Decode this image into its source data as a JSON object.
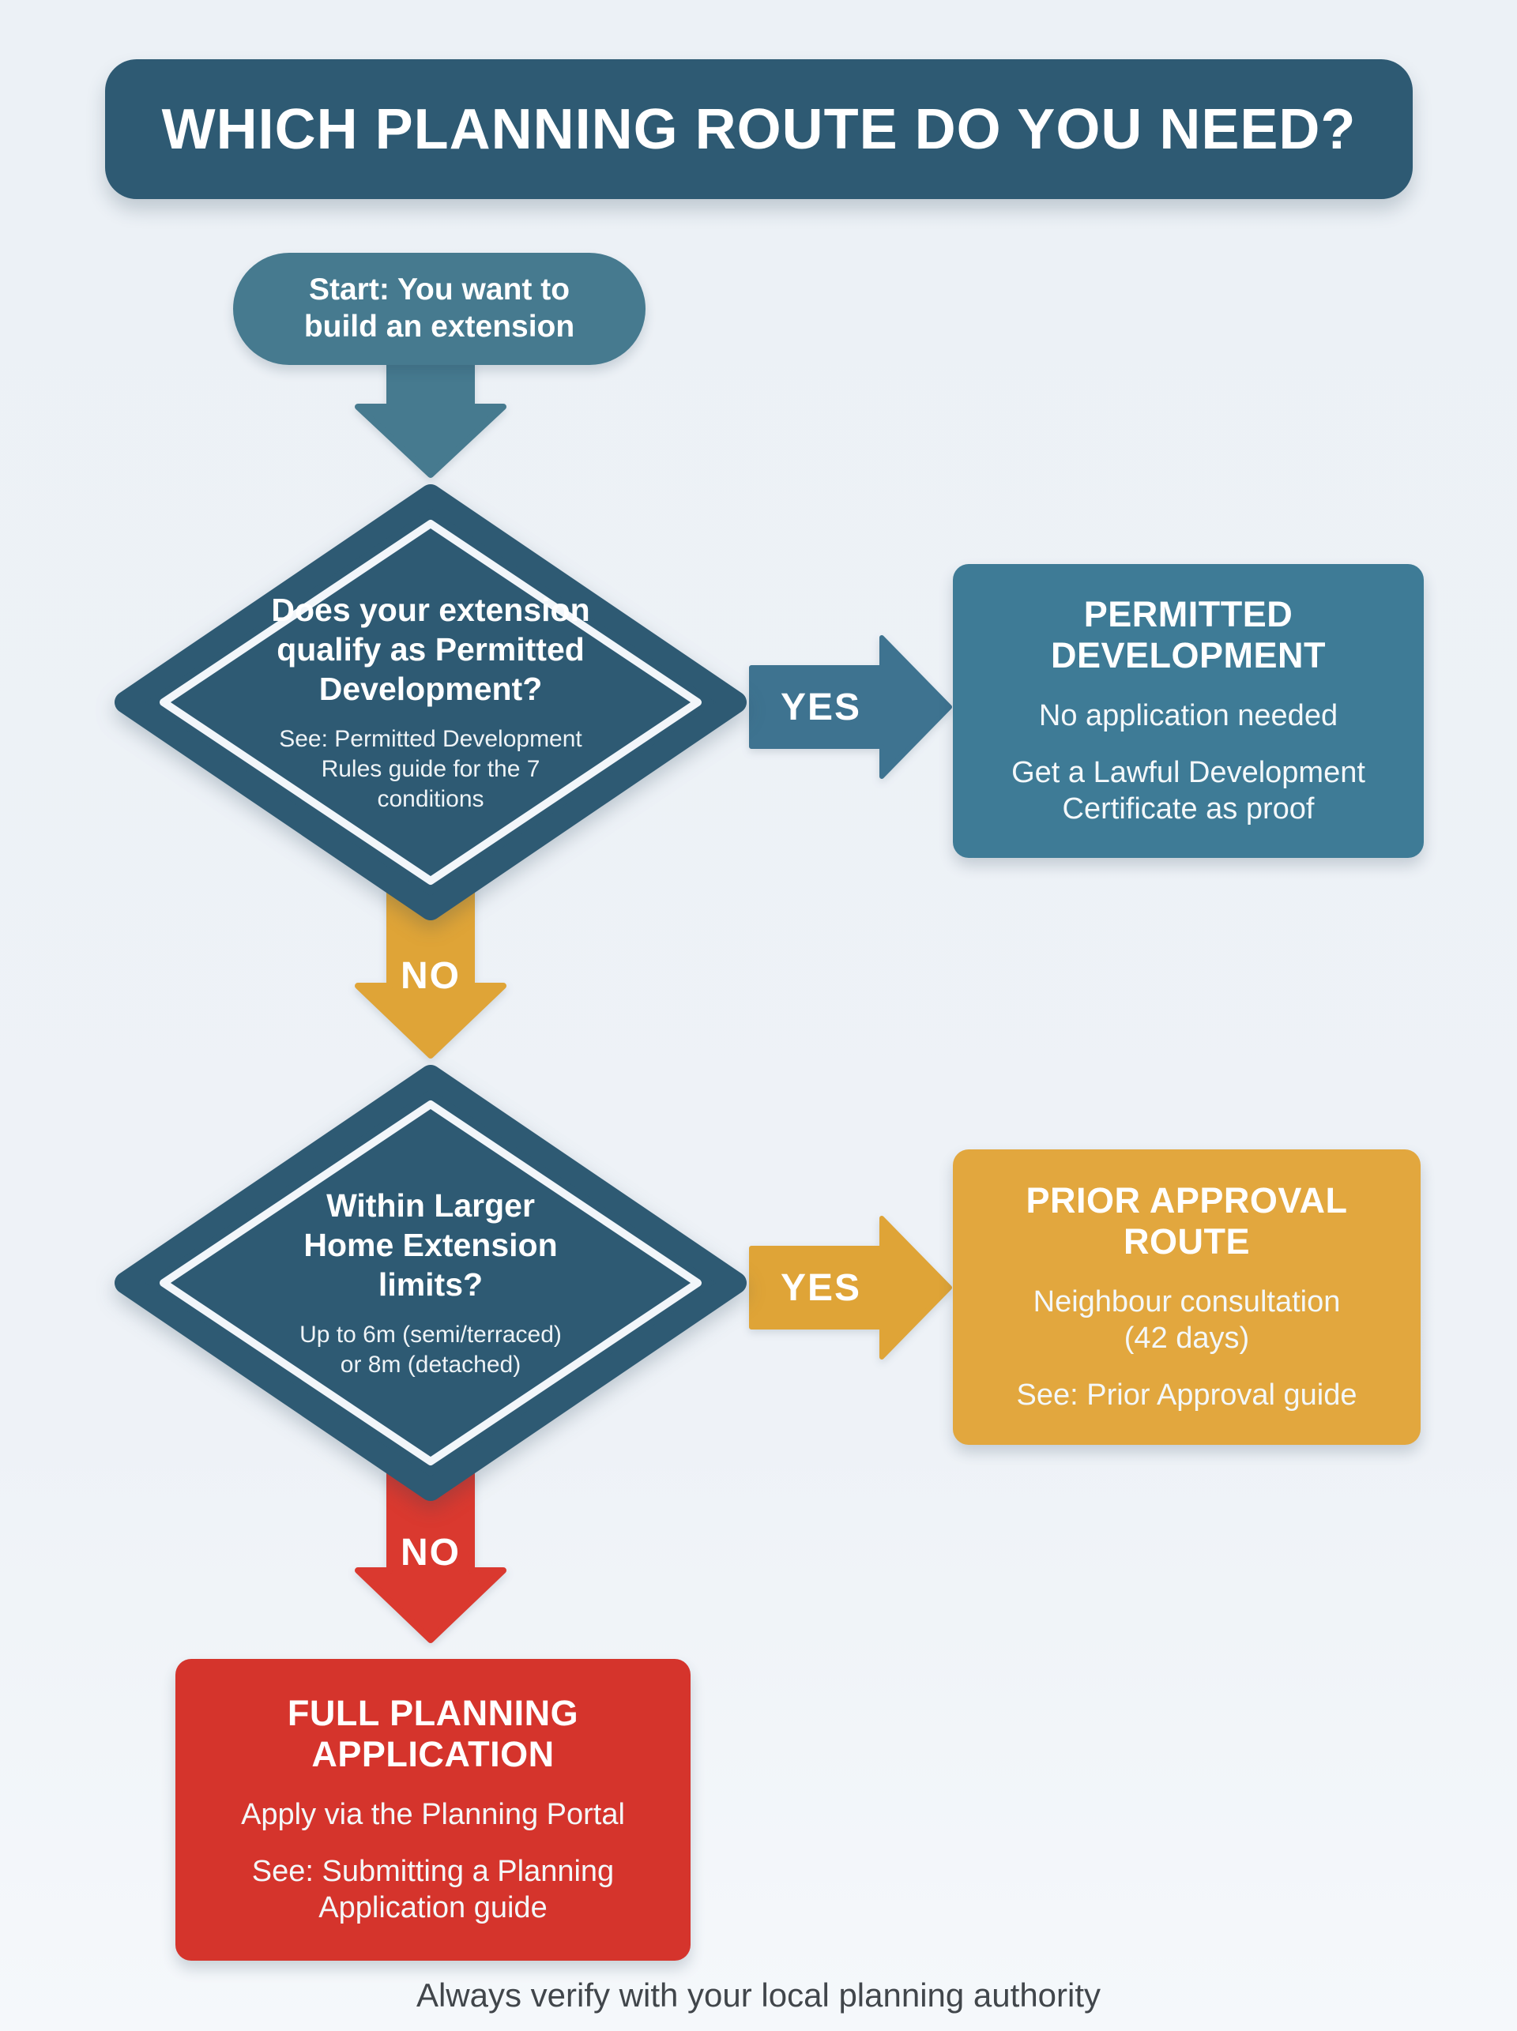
{
  "colors": {
    "bg": "#eef2f7",
    "teal-dark": "#2e5a73",
    "teal-mid": "#467a8f",
    "teal-arrow": "#3e7390",
    "teal-box": "#3e7b96",
    "orange": "#e2a73e",
    "orange-arrow": "#dfa437",
    "red": "#d5342c",
    "red-arrow": "#da392f",
    "text-light": "#ffffff",
    "footer-text": "#41464b"
  },
  "title": "WHICH PLANNING ROUTE DO YOU NEED?",
  "start": {
    "label": "Start: You want to\nbuild an extension"
  },
  "decisions": {
    "permitted": {
      "question": "Does your extension\nqualify as Permitted\nDevelopment?",
      "note": "See: Permitted Development\nRules guide for the 7\nconditions",
      "yes": "YES",
      "no": "NO"
    },
    "larger_home": {
      "question": "Within Larger\nHome Extension\nlimits?",
      "note": "Up to 6m (semi/terraced)\nor 8m (detached)",
      "yes": "YES",
      "no": "NO"
    }
  },
  "outcomes": {
    "permitted": {
      "title": "PERMITTED\nDEVELOPMENT",
      "lines": [
        "No application needed",
        "Get a Lawful Development\nCertificate as proof"
      ]
    },
    "prior": {
      "title": "PRIOR APPROVAL\nROUTE",
      "lines": [
        "Neighbour consultation\n(42 days)",
        "See: Prior Approval guide"
      ]
    },
    "full": {
      "title": "FULL PLANNING\nAPPLICATION",
      "lines": [
        "Apply via the Planning Portal",
        "See: Submitting a Planning\nApplication guide"
      ]
    }
  },
  "footer": "Always verify with your local planning authority"
}
